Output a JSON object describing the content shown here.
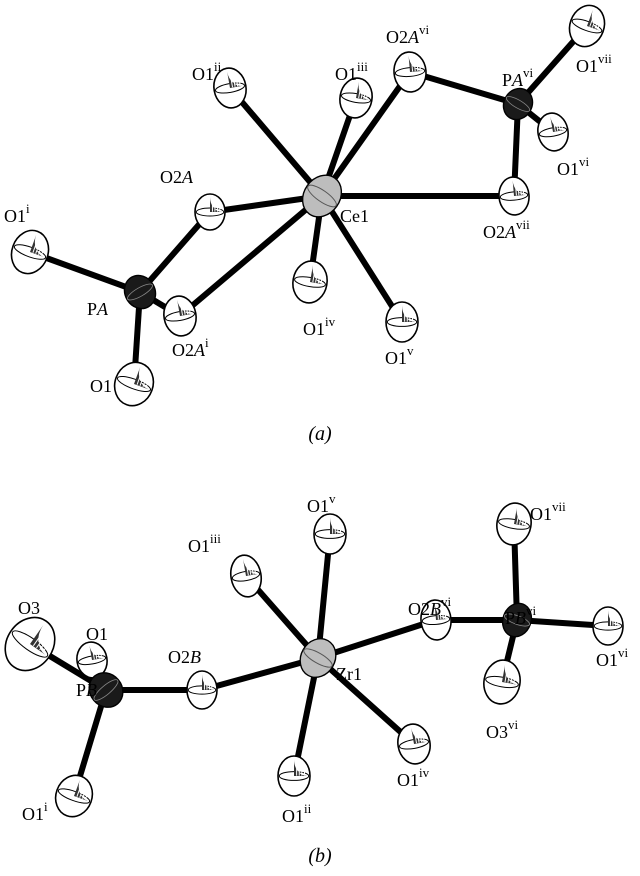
{
  "panel_a": {
    "caption": "(a)",
    "atoms": [
      {
        "id": "a-o1-ii",
        "label": "O1",
        "sup": "ii",
        "type": "O"
      },
      {
        "id": "a-o1-iii",
        "label": "O1",
        "sup": "iii",
        "type": "O"
      },
      {
        "id": "a-o2a-vi",
        "label": "O2A",
        "sup": "vi",
        "type": "O"
      },
      {
        "id": "a-pa-vi",
        "label": "PA",
        "sup": "vi",
        "type": "P"
      },
      {
        "id": "a-o1-vii",
        "label": "O1",
        "sup": "vii",
        "type": "O"
      },
      {
        "id": "a-o1-vi",
        "label": "O1",
        "sup": "vi",
        "type": "O"
      },
      {
        "id": "a-o2a",
        "label": "O2A",
        "sup": "",
        "type": "O"
      },
      {
        "id": "a-ce1",
        "label": "Ce1",
        "sup": "",
        "type": "M"
      },
      {
        "id": "a-o2a-vii",
        "label": "O2A",
        "sup": "vii",
        "type": "O"
      },
      {
        "id": "a-o1-i",
        "label": "O1",
        "sup": "i",
        "type": "O"
      },
      {
        "id": "a-pa",
        "label": "PA",
        "sup": "",
        "type": "P"
      },
      {
        "id": "a-o2a-i",
        "label": "O2A",
        "sup": "i",
        "type": "O"
      },
      {
        "id": "a-o1-iv",
        "label": "O1",
        "sup": "iv",
        "type": "O"
      },
      {
        "id": "a-o1-v",
        "label": "O1",
        "sup": "v",
        "type": "O"
      },
      {
        "id": "a-o1",
        "label": "O1",
        "sup": "",
        "type": "O"
      }
    ]
  },
  "panel_b": {
    "caption": "(b)",
    "atoms": [
      {
        "id": "b-o1-v",
        "label": "O1",
        "sup": "v",
        "type": "O"
      },
      {
        "id": "b-o1-vii",
        "label": "O1",
        "sup": "vii",
        "type": "O"
      },
      {
        "id": "b-o1-iii",
        "label": "O1",
        "sup": "iii",
        "type": "O"
      },
      {
        "id": "b-o2b-vi",
        "label": "O2B",
        "sup": "vi",
        "type": "O"
      },
      {
        "id": "b-pb-vi",
        "label": "PB",
        "sup": "vi",
        "type": "P"
      },
      {
        "id": "b-o3",
        "label": "O3",
        "sup": "",
        "type": "O"
      },
      {
        "id": "b-o1",
        "label": "O1",
        "sup": "",
        "type": "O"
      },
      {
        "id": "b-o1-vi",
        "label": "O1",
        "sup": "vi",
        "type": "O"
      },
      {
        "id": "b-pb",
        "label": "PB",
        "sup": "",
        "type": "P"
      },
      {
        "id": "b-o2b",
        "label": "O2B",
        "sup": "",
        "type": "O"
      },
      {
        "id": "b-zr1",
        "label": "Zr1",
        "sup": "",
        "type": "M"
      },
      {
        "id": "b-o3-vi",
        "label": "O3",
        "sup": "vi",
        "type": "O"
      },
      {
        "id": "b-o1-iv",
        "label": "O1",
        "sup": "iv",
        "type": "O"
      },
      {
        "id": "b-o1-i",
        "label": "O1",
        "sup": "i",
        "type": "O"
      },
      {
        "id": "b-o1-ii",
        "label": "O1",
        "sup": "ii",
        "type": "O"
      }
    ]
  }
}
